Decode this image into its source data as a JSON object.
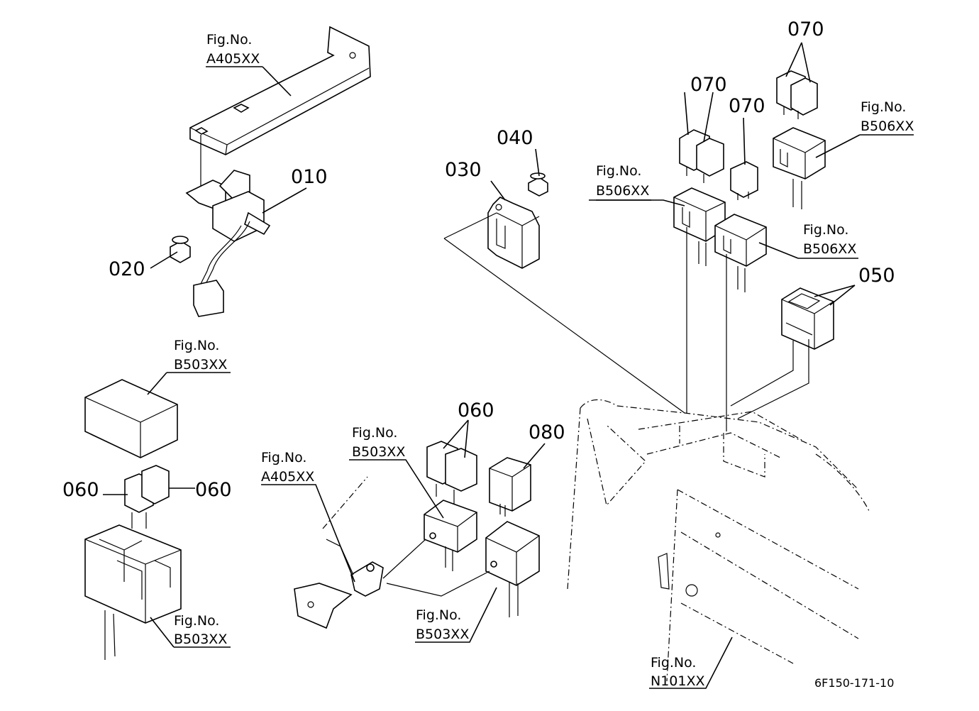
{
  "diagram_code": "6F150-171-10",
  "fig_ref_label": "Fig.No.",
  "part_numbers": [
    "010",
    "020",
    "030",
    "040",
    "050",
    "060",
    "070",
    "080"
  ],
  "callouts": {
    "p010": "010",
    "p020": "020",
    "p030": "030",
    "p040": "040",
    "p050": "050",
    "p060a": "060",
    "p060b": "060",
    "p060c": "060",
    "p070a": "070",
    "p070b": "070",
    "p070c": "070",
    "p080": "080"
  },
  "fig_refs": {
    "a405_top": {
      "label": "Fig.No.",
      "code": "A405XX"
    },
    "a405_mid": {
      "label": "Fig.No.",
      "code": "A405XX"
    },
    "b503_left_top": {
      "label": "Fig.No.",
      "code": "B503XX"
    },
    "b503_left_bot": {
      "label": "Fig.No.",
      "code": "B503XX"
    },
    "b503_mid_top": {
      "label": "Fig.No.",
      "code": "B503XX"
    },
    "b503_mid_bot": {
      "label": "Fig.No.",
      "code": "B503XX"
    },
    "b506_left": {
      "label": "Fig.No.",
      "code": "B506XX"
    },
    "b506_mid": {
      "label": "Fig.No.",
      "code": "B506XX"
    },
    "b506_right": {
      "label": "Fig.No.",
      "code": "B506XX"
    },
    "n101": {
      "label": "Fig.No.",
      "code": "N101XX"
    }
  }
}
